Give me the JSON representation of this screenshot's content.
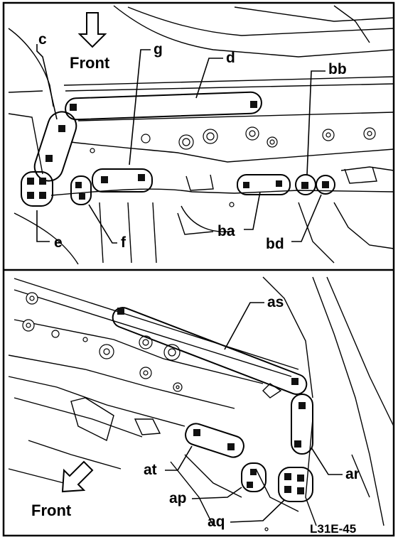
{
  "top_panel": {
    "direction_label": "Front",
    "callouts": {
      "c": "c",
      "g": "g",
      "d": "d",
      "bb": "bb",
      "e": "e",
      "f": "f",
      "ba": "ba",
      "bd": "bd"
    }
  },
  "bottom_panel": {
    "direction_label": "Front",
    "callouts": {
      "as": "as",
      "at": "at",
      "ar": "ar",
      "ap": "ap",
      "aq": "aq"
    }
  },
  "figure_code": "L31E-45"
}
